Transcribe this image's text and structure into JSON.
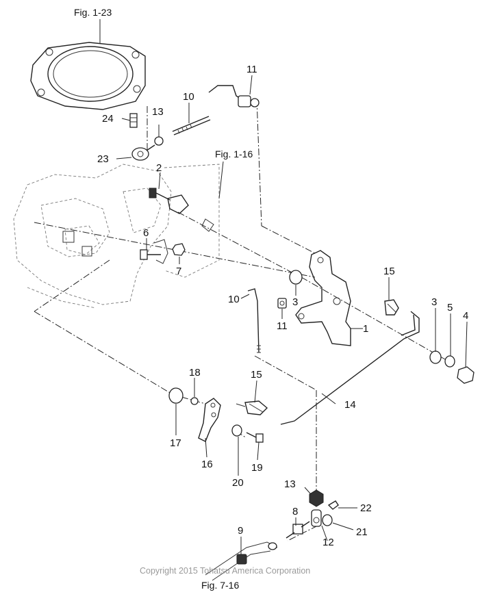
{
  "figure_refs": {
    "top": "Fig. 1-23",
    "middle": "Fig. 1-16",
    "bottom": "Fig. 7-16"
  },
  "copyright": "Copyright 2015 Tohatsu America Corporation",
  "callouts": {
    "c1": "1",
    "c2": "2",
    "c3a": "3",
    "c3b": "3",
    "c4": "4",
    "c5": "5",
    "c6": "6",
    "c7": "7",
    "c8": "8",
    "c9": "9",
    "c10a": "10",
    "c10b": "10",
    "c11a": "11",
    "c11b": "11",
    "c12": "12",
    "c13a": "13",
    "c13b": "13",
    "c14": "14",
    "c15a": "15",
    "c15b": "15",
    "c16": "16",
    "c17": "17",
    "c18": "18",
    "c19": "19",
    "c20": "20",
    "c21": "21",
    "c22": "22",
    "c23": "23",
    "c24": "24"
  }
}
